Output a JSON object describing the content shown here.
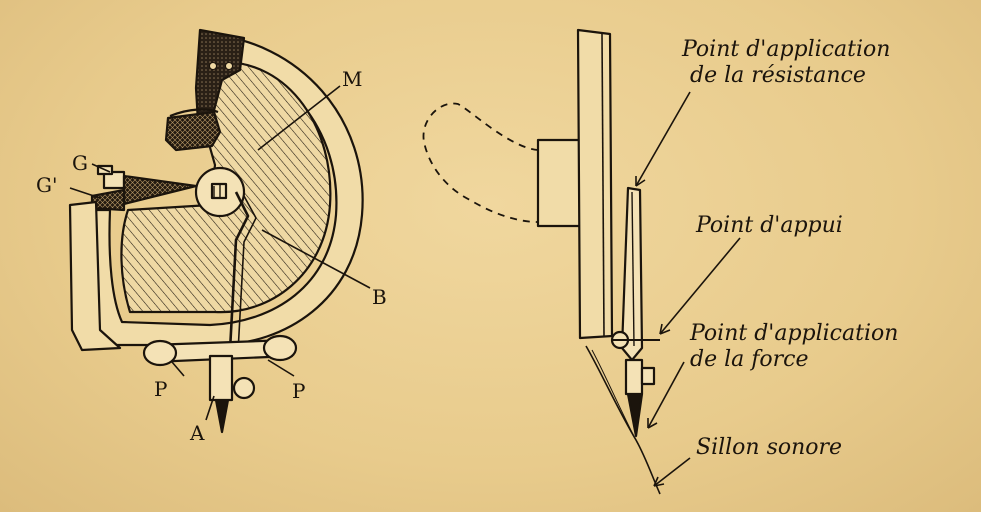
{
  "left_figure": {
    "labels": {
      "m": "M",
      "g": "G",
      "g_prime": "G'",
      "b": "B",
      "p_left": "P",
      "p_right": "P",
      "a": "A"
    }
  },
  "right_figure": {
    "labels": {
      "resistance_line1": "Point d'application",
      "resistance_line2": "de la résistance",
      "appui": "Point d'appui",
      "force_line1": "Point d'application",
      "force_line2": "de la force",
      "sillon": "Sillon sonore"
    }
  },
  "colors": {
    "paper": "#e9cd8f",
    "ink": "#1b140c"
  }
}
